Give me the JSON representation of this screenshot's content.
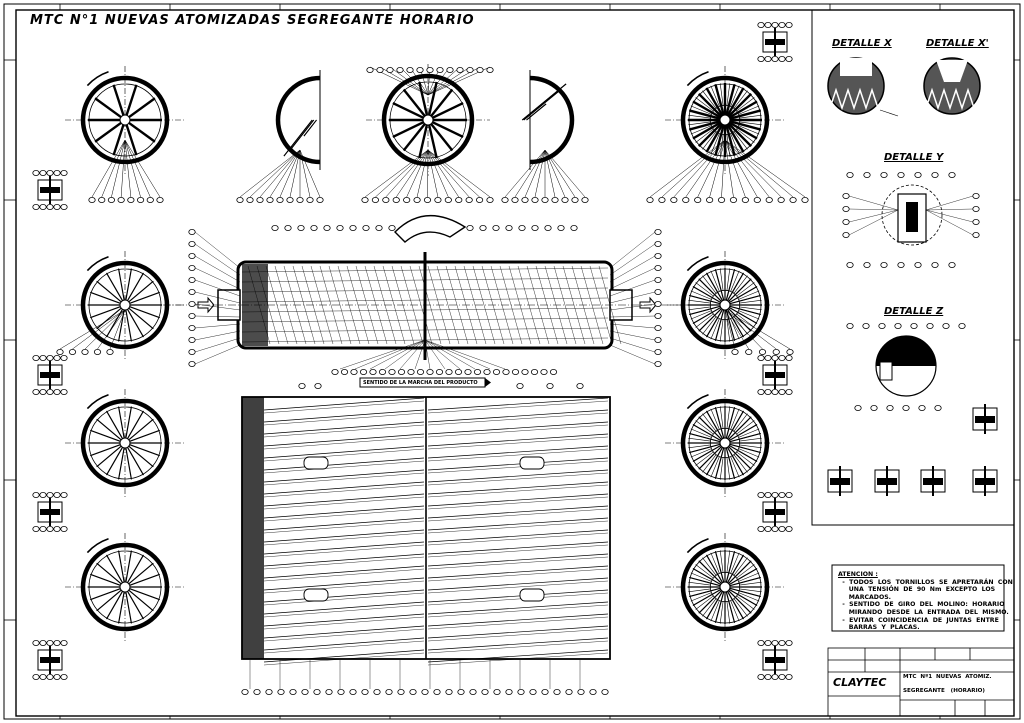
{
  "drawing": {
    "title": "MTC N°1  NUEVAS  ATOMIZADAS  SEGREGANTE  HORARIO"
  },
  "details": {
    "detalle_x": "DETALLE  X",
    "detalle_x_prime": "DETALLE  X'",
    "detalle_y": "DETALLE  Y",
    "detalle_z": "DETALLE  Z"
  },
  "notes": {
    "heading": "ATENCION :",
    "lines": [
      "  -  TODOS  LOS  TORNILLOS  SE  APRETARÁN  CON",
      "     UNA  TENSIÓN  DE  90  Nm  EXCEPTO  LOS",
      "     MARCADOS.",
      "  -  SENTIDO  DE  GIRO  DEL  MOLINO:  HORARIO",
      "     MIRANDO  DESDE  LA  ENTRADA  DEL  MISMO.",
      "  -  EVITAR  COINCIDENCIA  DE  JUNTAS  ENTRE",
      "     BARRAS  Y  PLACAS."
    ]
  },
  "flow_label": "SENTIDO  DE  LA  MARCHA  DEL  PRODUCTO",
  "title_block": {
    "company": "CLAYTEC",
    "row1": "MTC  Nº1  NUEVAS  ATOMIZ.",
    "row2": "SEGREGANTE   (HORARIO)"
  }
}
